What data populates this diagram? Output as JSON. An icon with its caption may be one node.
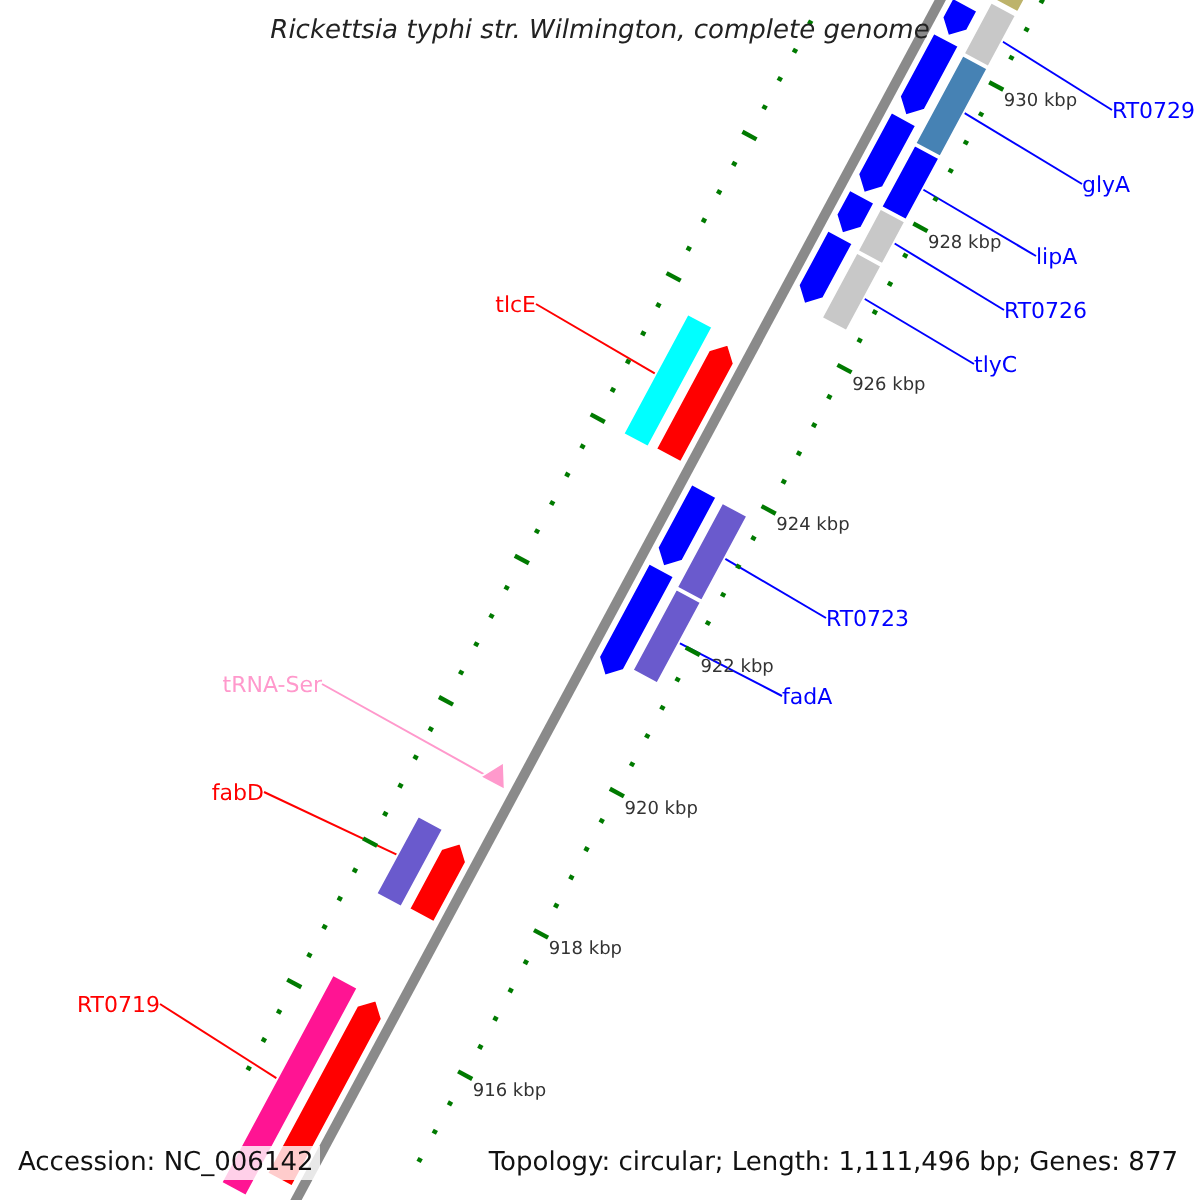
{
  "diagram": {
    "title": "Rickettsia typhi str. Wilmington, complete genome",
    "nodes": [
      {
        "text": [
          "RT0729"
        ]
      },
      {
        "text": [],
        "shape": "bar"
      },
      {
        "text": [
          "glyA"
        ]
      },
      {
        "text": [],
        "shape": "bar"
      },
      {
        "text": [
          "lipA"
        ]
      },
      {
        "text": [],
        "shape": "bar"
      },
      {
        "text": [
          "RT0726"
        ]
      },
      {
        "text": [],
        "shape": "bar"
      },
      {
        "text": [
          "tlcE"
        ]
      },
      {
        "text": [],
        "shape": "bar"
      },
      {
        "text": [
          "tlyC"
        ]
      },
      {
        "text": [],
        "shape": "bar"
      },
      {
        "text": [
          "RT0723"
        ]
      },
      {
        "text": [],
        "shape": "bar"
      },
      {
        "text": [
          "fadA"
        ]
      },
      {
        "text": [],
        "shape": "bar"
      },
      {
        "text": [
          "tRNA-Ser"
        ]
      },
      {
        "text": [],
        "shape": "triangle"
      },
      {
        "text": [
          "fabD"
        ]
      },
      {
        "text": [],
        "shape": "bar"
      },
      {
        "text": [
          "RT0719"
        ]
      },
      {
        "text": [],
        "shape": "bar"
      },
      {
        "text": [],
        "shape": "bar"
      },
      {
        "text": [],
        "shape": "pentagon"
      },
      {
        "text": [],
        "shape": "pentagon"
      },
      {
        "text": [],
        "shape": "pentagon"
      },
      {
        "text": [],
        "shape": "pentagon"
      },
      {
        "text": [],
        "shape": "pentagon"
      },
      {
        "text": [],
        "shape": "pentagon"
      },
      {
        "text": [],
        "shape": "pentagon"
      },
      {
        "text": [],
        "shape": "pentagon"
      },
      {
        "text": [],
        "shape": "pentagon"
      },
      {
        "text": [],
        "shape": "pentagon"
      }
    ],
    "edges": [
      {
        "from": 0,
        "to": 1,
        "arrow": "none"
      },
      {
        "from": 2,
        "to": 3,
        "arrow": "none"
      },
      {
        "from": 4,
        "to": 5,
        "arrow": "none"
      },
      {
        "from": 6,
        "to": 7,
        "arrow": "none"
      },
      {
        "from": 8,
        "to": 9,
        "arrow": "none",
        "color": "#ff0000"
      },
      {
        "from": 10,
        "to": 11,
        "arrow": "none"
      },
      {
        "from": 12,
        "to": 13,
        "arrow": "none"
      },
      {
        "from": 14,
        "to": 15,
        "arrow": "none"
      },
      {
        "from": 16,
        "to": 17,
        "arrow": "none",
        "color": "#ff99cc"
      },
      {
        "from": 18,
        "to": 19,
        "arrow": "none",
        "color": "#ff0000"
      },
      {
        "from": 20,
        "to": 21,
        "arrow": "none",
        "color": "#ff0000"
      }
    ],
    "labels": [
      "930 kbp",
      "928 kbp",
      "926 kbp",
      "924 kbp",
      "922 kbp",
      "920 kbp",
      "918 kbp",
      "916 kbp",
      "Accession: NC_006142",
      "Topology: circular; Length: 1,111,496 bp; Genes: 877"
    ]
  }
}
